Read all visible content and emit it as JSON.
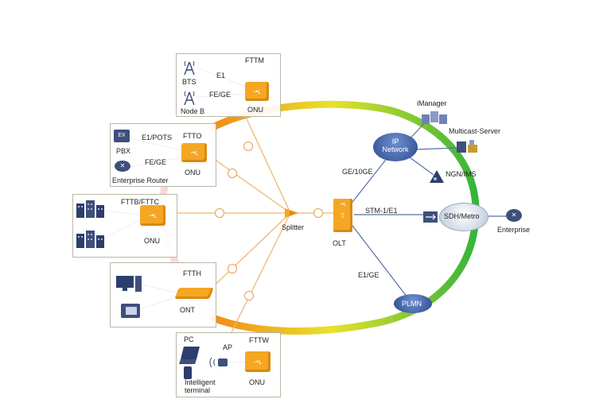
{
  "scenarios": {
    "fttm": {
      "title": "FTTM",
      "bts": "BTS",
      "node_b": "Node B",
      "link_top": "E1",
      "link_bottom": "FE/GE",
      "device": "ONU"
    },
    "ftto": {
      "title": "FTTO",
      "pbx": "PBX",
      "router": "Enterprise Router",
      "link_top": "E1/POTS",
      "link_bottom": "FE/GE",
      "device": "ONU"
    },
    "fttb": {
      "title": "FTTB/FTTC",
      "device": "ONU"
    },
    "ftth": {
      "title": "FTTH",
      "device": "ONT"
    },
    "fttw": {
      "title": "FTTW",
      "pc": "PC",
      "ap": "AP",
      "terminal": "Intelligent\nterminal",
      "device": "ONU"
    }
  },
  "core": {
    "splitter": "Splitter",
    "olt": "OLT",
    "ip_network": "IP\nNetwork",
    "imanager": "iManager",
    "multicast": "Multicast-Server",
    "ngn": "NGN/IMS",
    "sdh": "SDH/Metro",
    "enterprise": "Enterprise",
    "plmn": "PLMN",
    "link_ge": "GE/10GE",
    "link_stm": "STM-1/E1",
    "link_e1": "E1/GE"
  },
  "colors": {
    "ring_start": "#f28c1a",
    "ring_mid": "#e8e22a",
    "ring_end": "#35b43a",
    "device_orange": "#f5a623",
    "fiber": "#f0b870",
    "link_blue": "#5a6ea8",
    "cloud_blue": "#3a5a9c"
  }
}
